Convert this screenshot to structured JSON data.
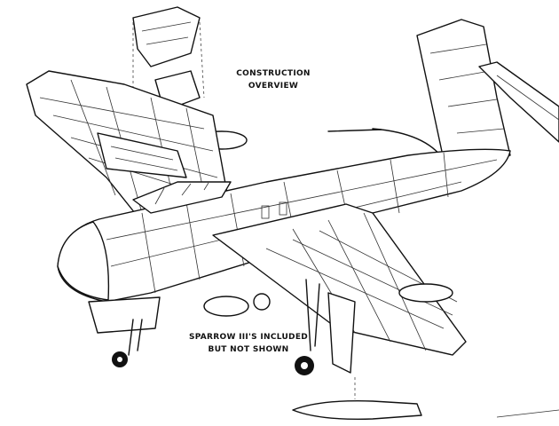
{
  "title": "CONSTRUCTION OVERVIEW",
  "note": {
    "line1": "SPARROW III'S INCLUDED",
    "line2": "BUT NOT SHOWN"
  }
}
